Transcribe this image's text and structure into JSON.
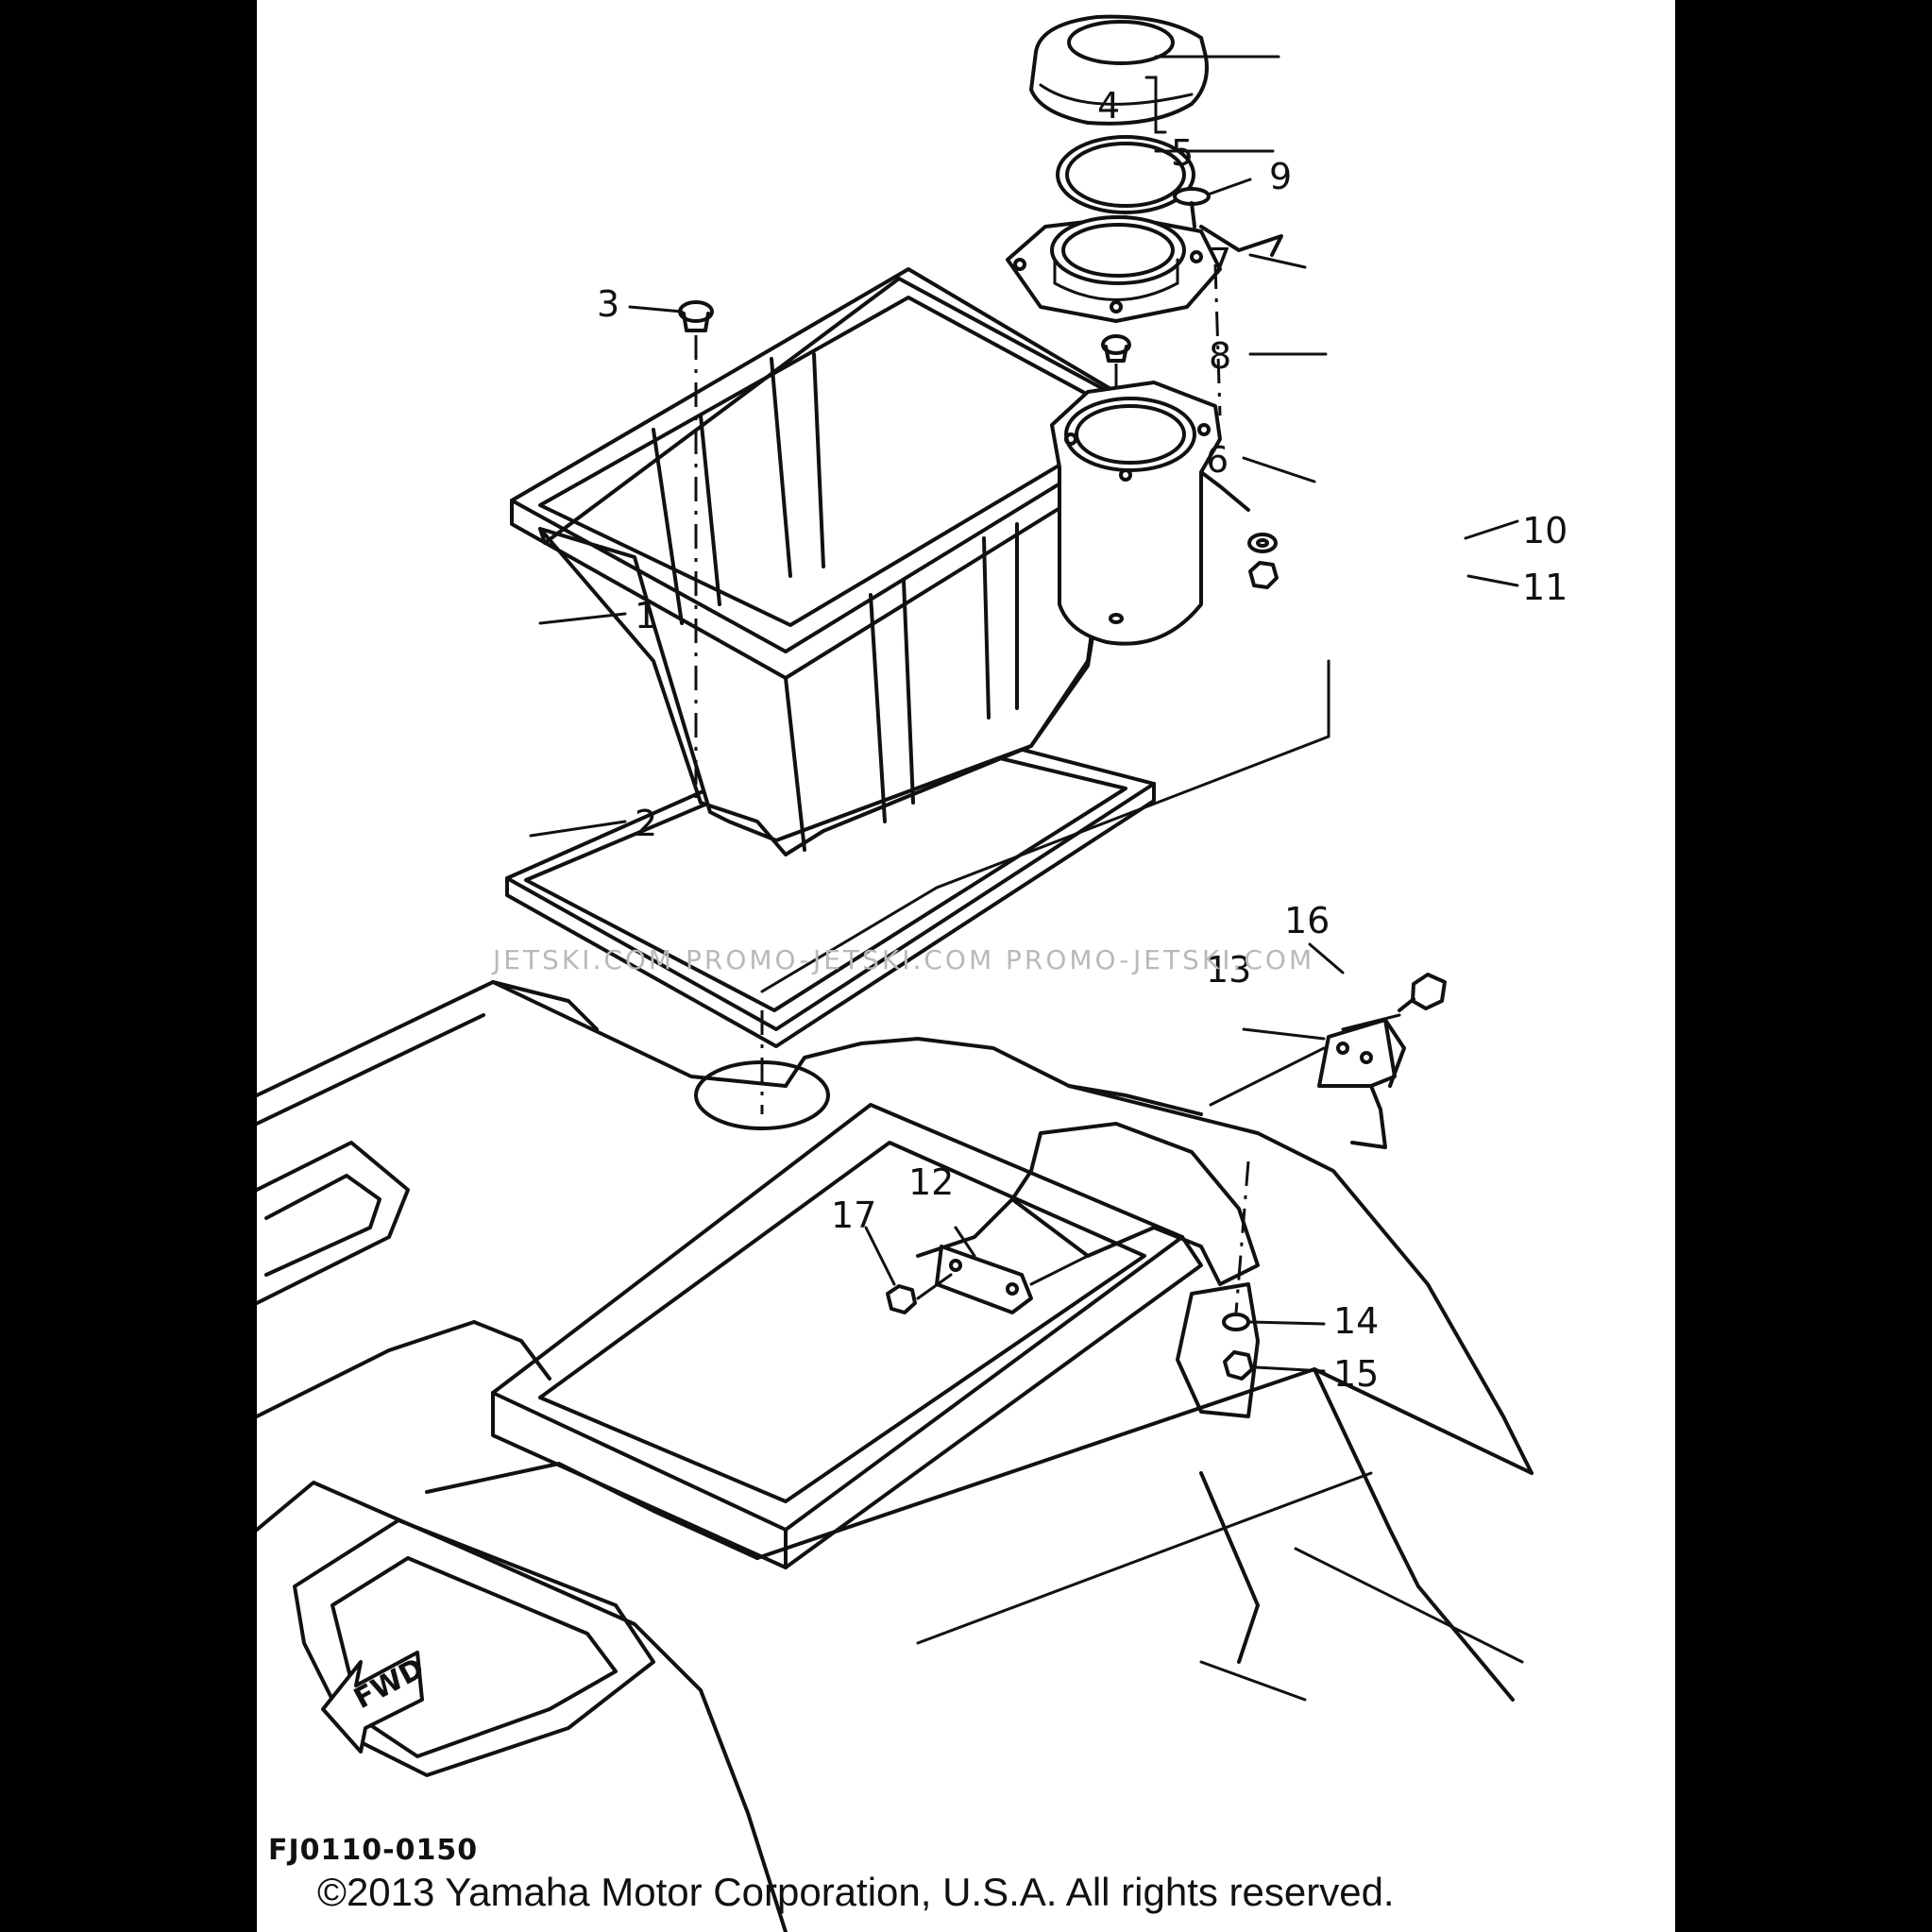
{
  "diagram": {
    "code": "FJ0110-0150",
    "direction_label": "FWD",
    "callouts": [
      "1",
      "2",
      "3",
      "4",
      "5",
      "6",
      "7",
      "8",
      "9",
      "10",
      "11",
      "12",
      "13",
      "14",
      "15",
      "16",
      "17"
    ]
  },
  "watermark": "JETSKI.COM   PROMO-JETSKI.COM   PROMO-JETSKI.COM",
  "copyright": "©2013 Yamaha Motor Corporation, U.S.A. All rights reserved."
}
